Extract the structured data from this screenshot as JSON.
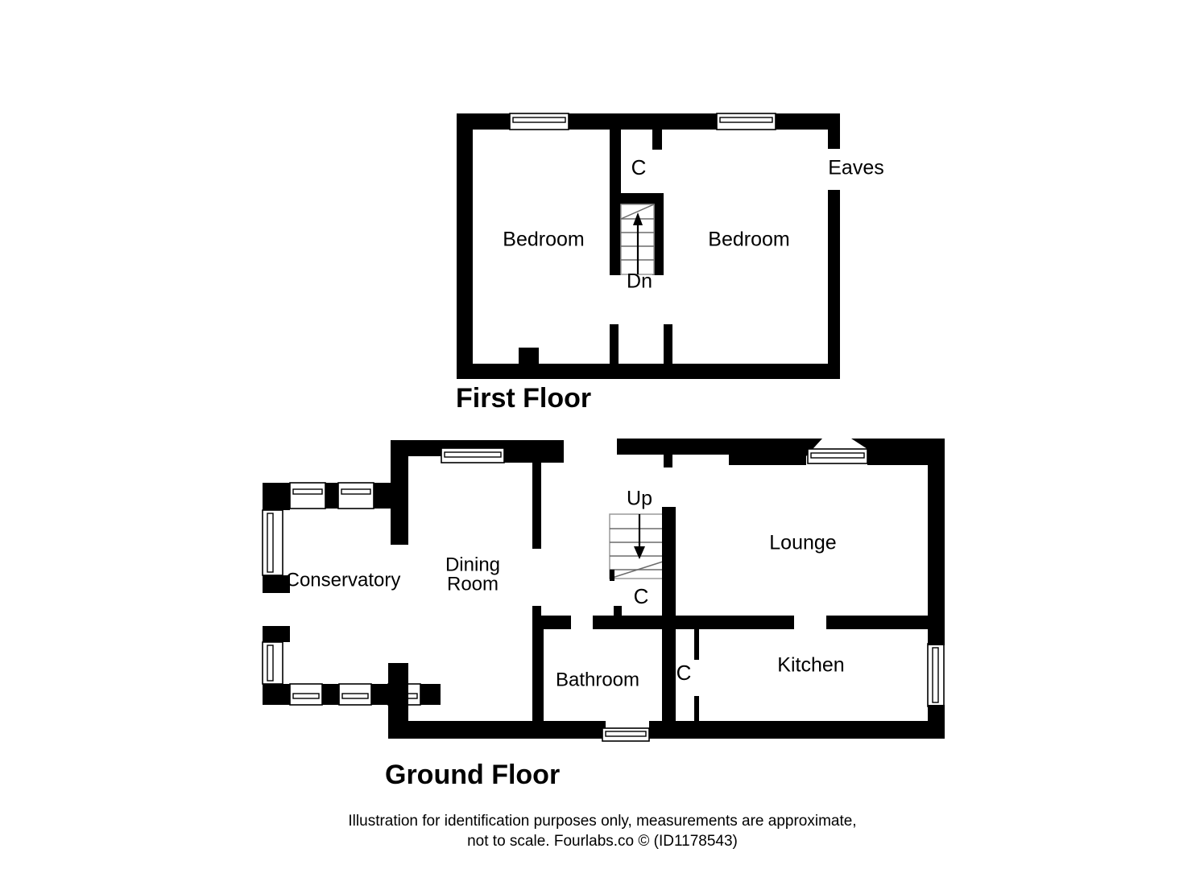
{
  "document": {
    "type": "floor-plan-illustration",
    "background_color": "#ffffff",
    "line_color": "#000000"
  },
  "floors": [
    {
      "id": "first-floor",
      "title": "First Floor",
      "rooms": [
        {
          "name": "Bedroom",
          "label": "Bedroom"
        },
        {
          "name": "Bedroom",
          "label": "Bedroom"
        }
      ],
      "annotations": [
        {
          "name": "cupboard",
          "label": "C"
        },
        {
          "name": "eaves",
          "label": "Eaves"
        },
        {
          "name": "stair-direction",
          "label": "Dn"
        }
      ]
    },
    {
      "id": "ground-floor",
      "title": "Ground Floor",
      "rooms": [
        {
          "name": "Conservatory",
          "label": "Conservatory"
        },
        {
          "name": "Dining Room",
          "label_line1": "Dining",
          "label_line2": "Room"
        },
        {
          "name": "Lounge",
          "label": "Lounge"
        },
        {
          "name": "Kitchen",
          "label": "Kitchen"
        },
        {
          "name": "Bathroom",
          "label": "Bathroom"
        }
      ],
      "annotations": [
        {
          "name": "cupboard-upper",
          "label": "C"
        },
        {
          "name": "cupboard-lower",
          "label": "C"
        },
        {
          "name": "stair-direction",
          "label": "Up"
        }
      ]
    }
  ],
  "labels": {
    "first_floor_title": "First Floor",
    "ground_floor_title": "Ground Floor",
    "bedroom_left": "Bedroom",
    "bedroom_right": "Bedroom",
    "eaves": "Eaves",
    "cupboard_first_floor": "C",
    "stairs_down": "Dn",
    "stairs_up": "Up",
    "conservatory": "Conservatory",
    "dining_line1": "Dining",
    "dining_line2": "Room",
    "lounge": "Lounge",
    "kitchen": "Kitchen",
    "bathroom": "Bathroom",
    "cupboard_ground_upper": "C",
    "cupboard_ground_lower": "C"
  },
  "footer": {
    "line1": "Illustration for identification purposes only, measurements are approximate,",
    "line2": "not to scale. Fourlabs.co © (ID1178543)"
  }
}
